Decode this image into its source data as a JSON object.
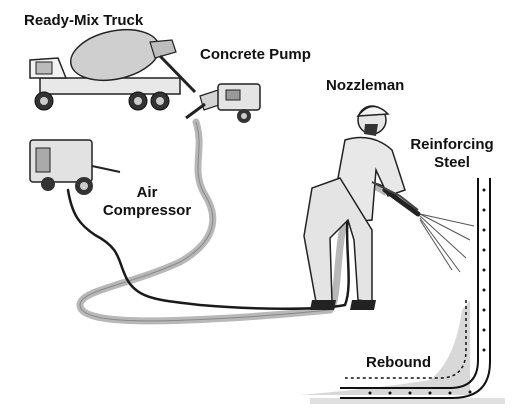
{
  "labels": {
    "truck": "Ready-Mix Truck",
    "pump": "Concrete Pump",
    "nozzleman": "Nozzleman",
    "compressor_line1": "Air",
    "compressor_line2": "Compressor",
    "steel_line1": "Reinforcing",
    "steel_line2": "Steel",
    "rebound": "Rebound"
  }
}
